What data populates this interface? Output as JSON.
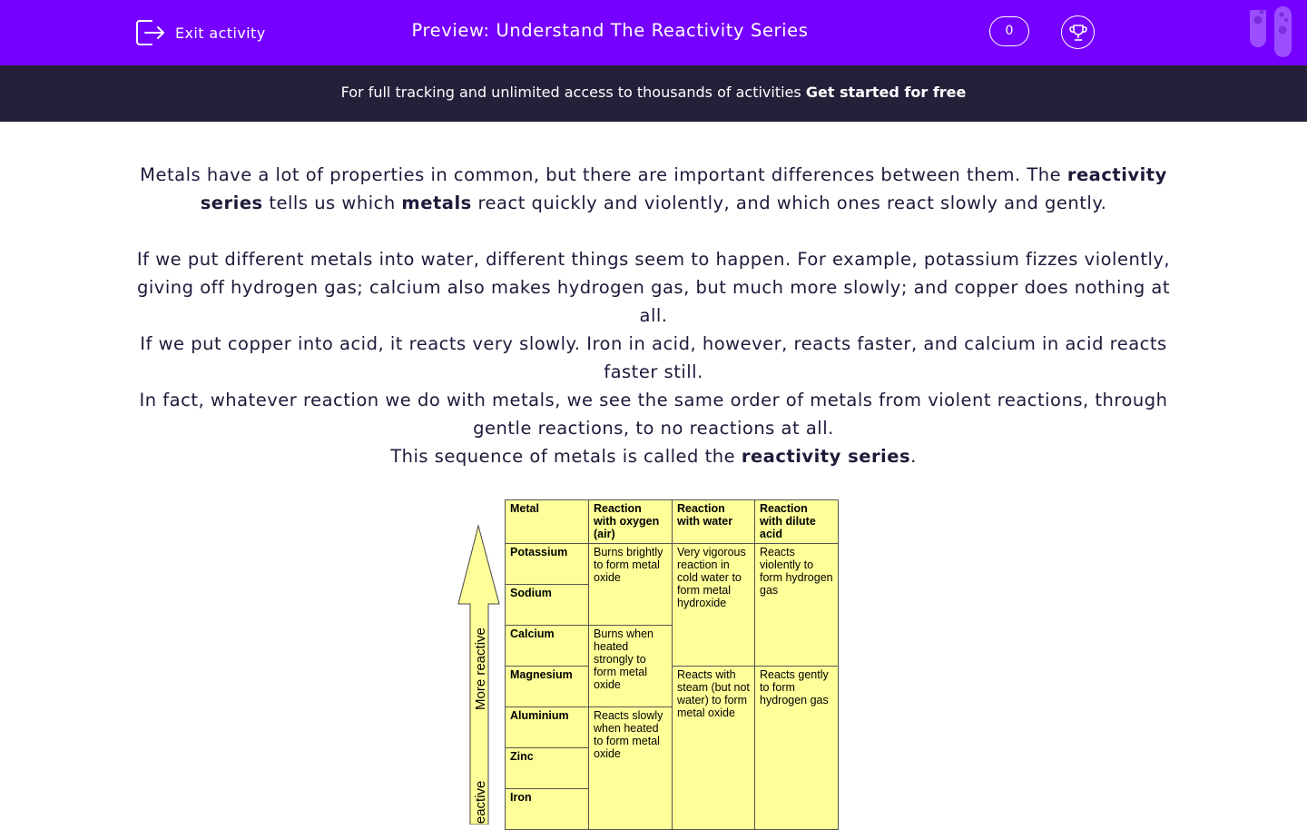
{
  "header": {
    "exit_label": "Exit activity",
    "title": "Preview: Understand The Reactivity Series",
    "counter": "0"
  },
  "promo": {
    "text": "For full tracking and unlimited access to thousands of activities ",
    "cta": "Get started for free"
  },
  "intro": {
    "p1_a": "Metals have a lot of properties in common, but there are important differences between them. The ",
    "p1_b": "reactivity series",
    "p1_c": " tells us which ",
    "p1_d": "metals",
    "p1_e": " react quickly and violently, and which ones react slowly and gently.",
    "p2": "If we put different metals into water,  different things seem to happen. For example, potassium fizzes violently, giving off hydrogen gas; calcium also makes hydrogen gas, but much more slowly; and copper does nothing at all.",
    "p3": "If we put copper into acid, it reacts very slowly. Iron in acid, however, reacts faster, and calcium in acid reacts faster still.",
    "p4": "In fact, whatever reaction we do with metals, we see the same order of metals from violent reactions, through gentle reactions, to no reactions at all.",
    "p5_a": "This sequence of metals is called the ",
    "p5_b": "reactivity series",
    "p5_c": "."
  },
  "figure": {
    "arrow_more": "More reactive",
    "arrow_less": "Less reactive",
    "headers": [
      "Metal",
      "Reaction with oxygen (air)",
      "Reaction with water",
      "Reaction with dilute acid"
    ],
    "metals": [
      "Potassium",
      "Sodium",
      "Calcium",
      "Magnesium",
      "Aluminium",
      "Zinc",
      "Iron"
    ],
    "oxygen": [
      "Burns brightly to form metal oxide",
      "Burns  when heated strongly to form metal oxide",
      "Reacts slowly when heated to form metal oxide"
    ],
    "water": [
      "Very vigorous reaction in cold water to form metal hydroxide",
      "Reacts with steam (but not water) to form metal oxide"
    ],
    "acid": [
      "Reacts violently to form hydrogen gas",
      "Reacts gently to form hydrogen gas"
    ]
  },
  "colors": {
    "header_bg": "#7600ff",
    "promo_bg": "#251f39",
    "table_bg": "#ffff99"
  }
}
